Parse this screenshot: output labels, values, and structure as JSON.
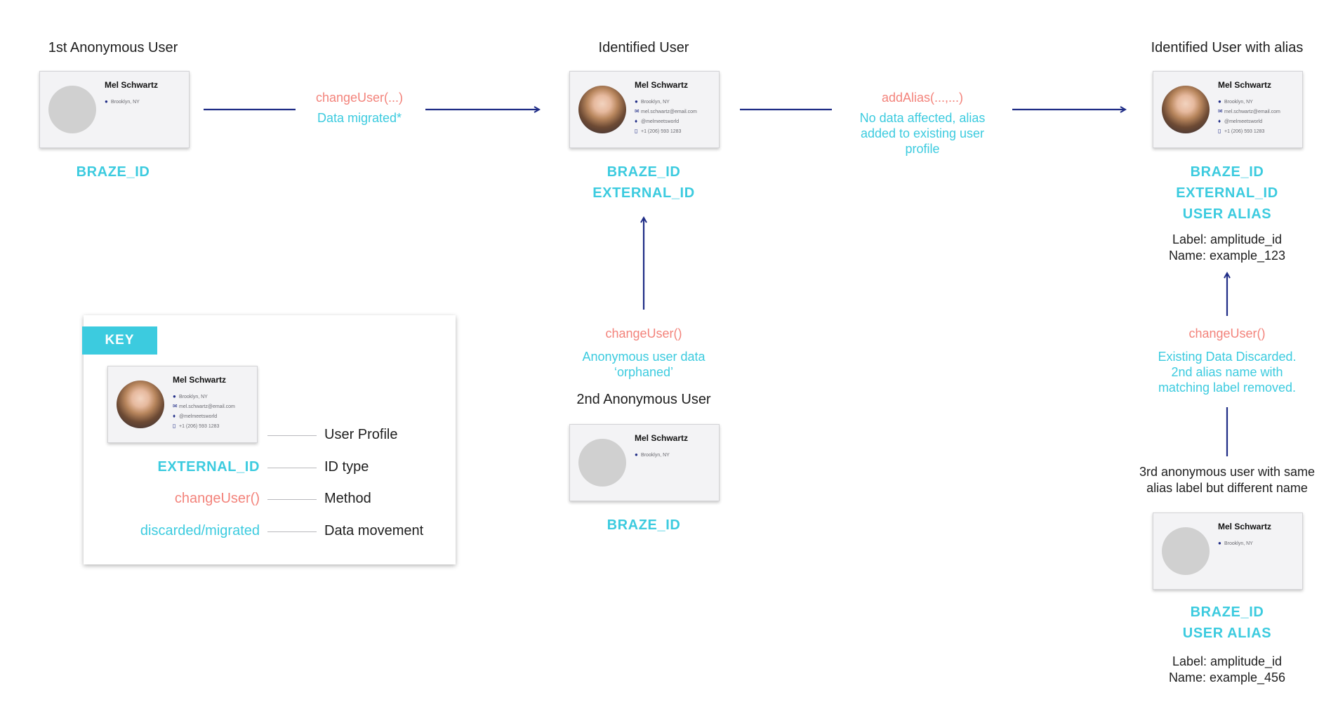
{
  "columns": {
    "anon1": {
      "title": "1st Anonymous User",
      "ids": [
        "BRAZE_ID"
      ]
    },
    "identified": {
      "title": "Identified User",
      "ids": [
        "BRAZE_ID",
        "EXTERNAL_ID"
      ]
    },
    "aliased": {
      "title": "Identified User with alias",
      "ids": [
        "BRAZE_ID",
        "EXTERNAL_ID",
        "USER ALIAS"
      ],
      "alias_label": "Label: amplitude_id",
      "alias_name": "Name: example_123"
    },
    "anon2": {
      "title": "2nd Anonymous User",
      "ids": [
        "BRAZE_ID"
      ]
    },
    "anon3": {
      "title_line1": "3rd anonymous user with same",
      "title_line2": "alias label but different name",
      "ids": [
        "BRAZE_ID",
        "USER ALIAS"
      ],
      "alias_label": "Label: amplitude_id",
      "alias_name": "Name: example_456"
    }
  },
  "profile": {
    "name": "Mel Schwartz",
    "location": "Brooklyn, NY",
    "email": "mel.schwartz@email.com",
    "twitter": "@melmeetsworld",
    "phone": "+1 (206) 593 1283"
  },
  "transitions": {
    "t1": {
      "method": "changeUser(...)",
      "note": "Data migrated*"
    },
    "t2": {
      "method": "addAlias(...,...)",
      "note_line1": "No data affected, alias",
      "note_line2": "added to existing user",
      "note_line3": "profile"
    },
    "t3": {
      "method": "changeUser()",
      "note_line1": "Anonymous user data",
      "note_line2": "‘orphaned’"
    },
    "t4": {
      "method": "changeUser()",
      "note_line1": "Existing Data Discarded.",
      "note_line2": "2nd alias name with",
      "note_line3": "matching label removed."
    }
  },
  "key": {
    "tab": "KEY",
    "rows": [
      {
        "example": "",
        "meaning": "User Profile"
      },
      {
        "example": "EXTERNAL_ID",
        "meaning": "ID type"
      },
      {
        "example": "changeUser()",
        "meaning": "Method"
      },
      {
        "example": "discarded/migrated",
        "meaning": "Data movement"
      }
    ]
  },
  "colors": {
    "arrow": "#1f2c86",
    "id_text": "#3ccbdf",
    "method_text": "#f3837b",
    "card_bg": "#f3f3f5"
  }
}
